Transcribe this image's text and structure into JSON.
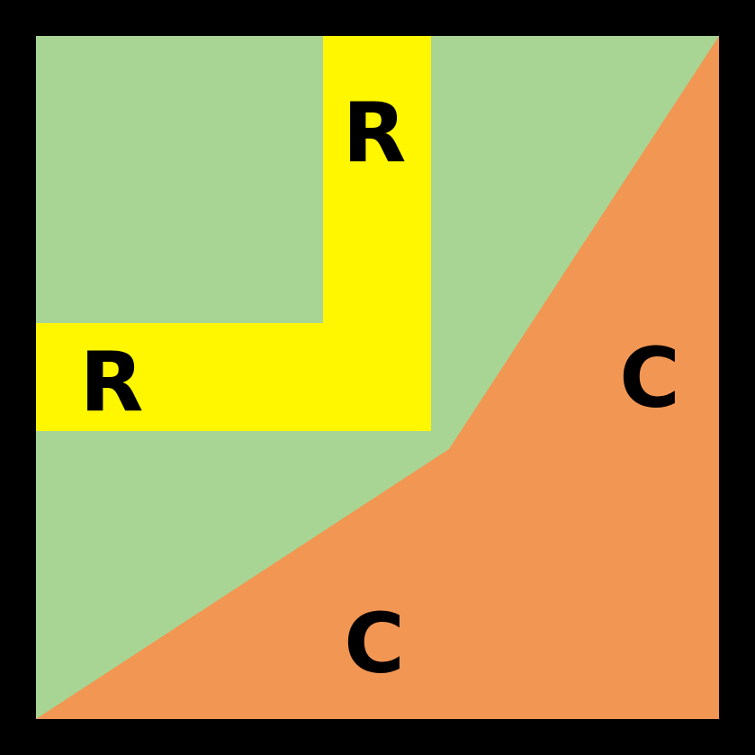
{
  "colors": {
    "border": "#000000",
    "green_region": "#a8d594",
    "yellow_region": "#fff700",
    "orange_region": "#f29653"
  },
  "regions": {
    "yellow_vertical": {
      "label": "R"
    },
    "yellow_horizontal": {
      "label": "R"
    },
    "orange_right": {
      "label": "C"
    },
    "orange_bottom": {
      "label": "C"
    }
  }
}
